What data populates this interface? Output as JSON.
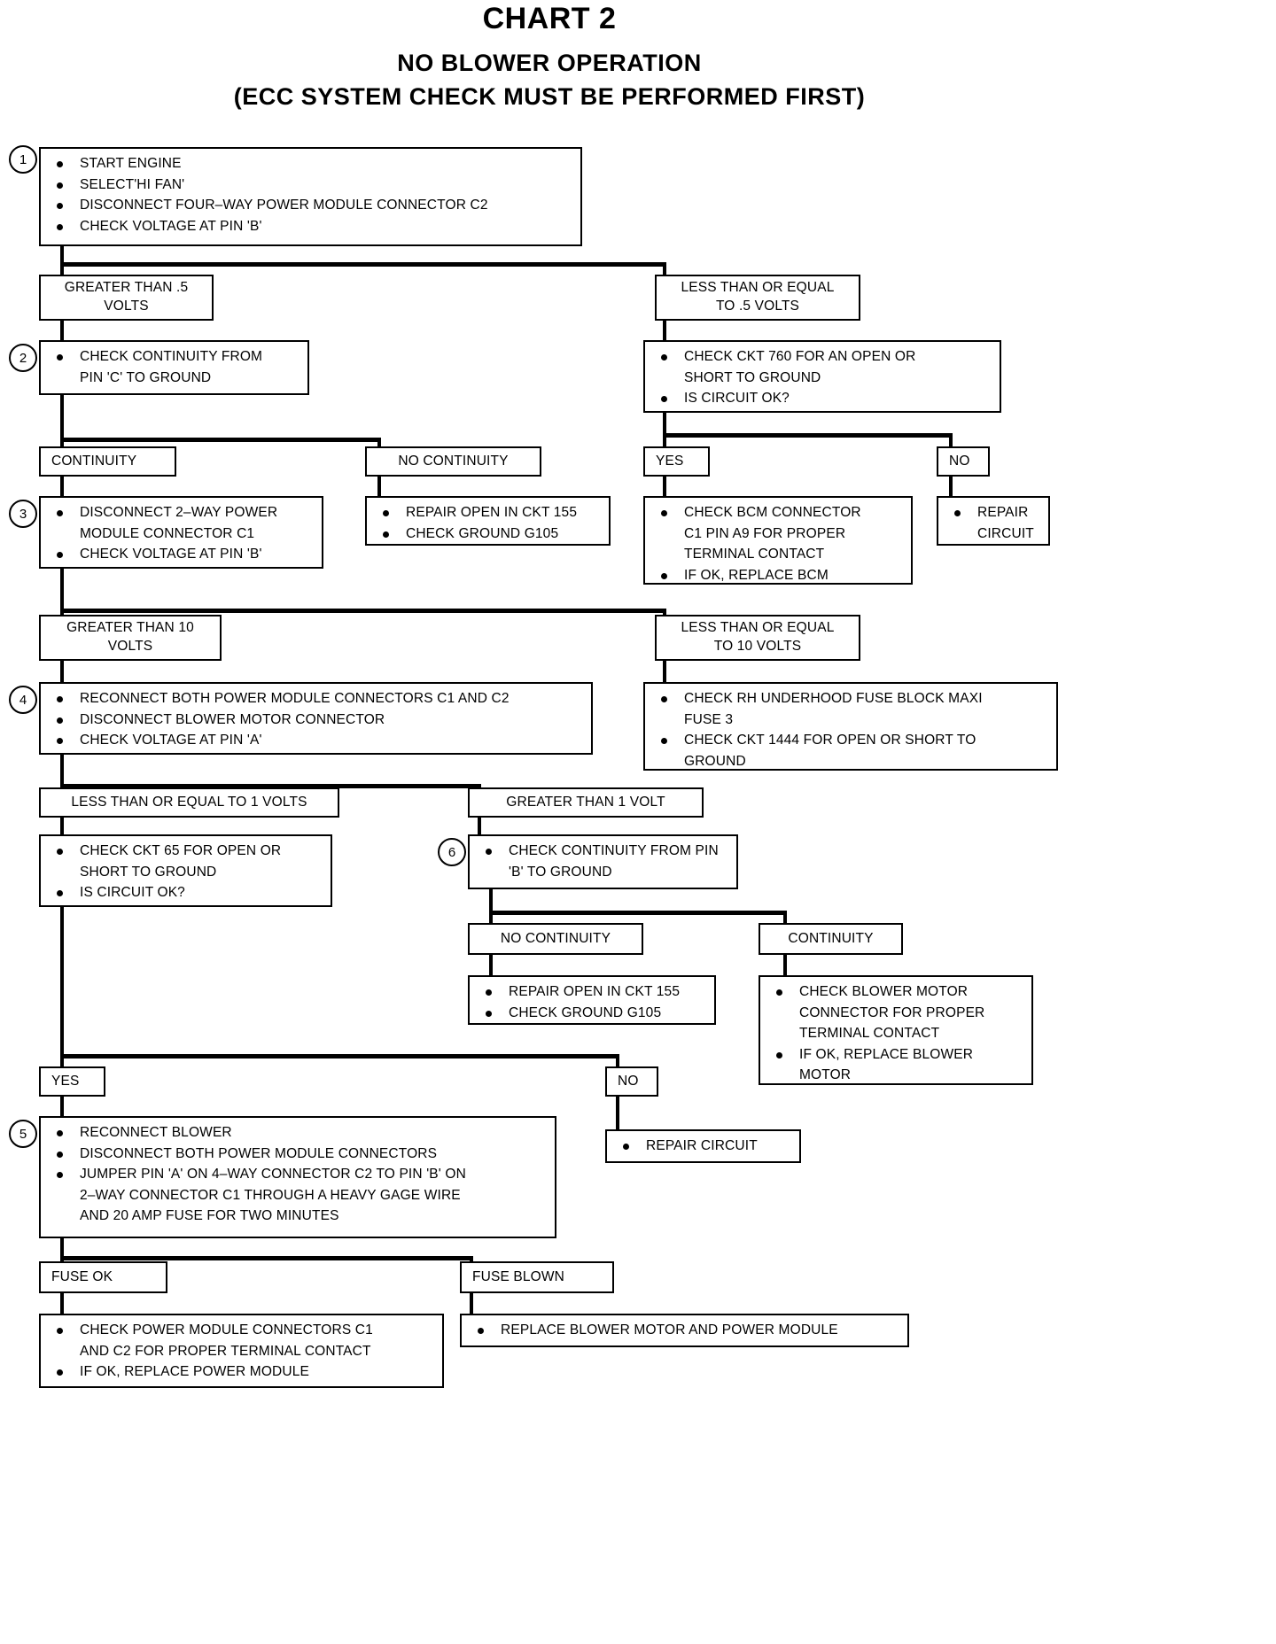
{
  "titles": {
    "chart": "CHART 2",
    "sub1": "NO BLOWER OPERATION",
    "sub2": "(ECC SYSTEM CHECK MUST BE PERFORMED FIRST)"
  },
  "steps": {
    "s1": "1",
    "s2": "2",
    "s3": "3",
    "s4": "4",
    "s5": "5",
    "s6": "6"
  },
  "nodes": {
    "step1": {
      "items": [
        "START ENGINE",
        "SELECT'HI FAN'",
        "DISCONNECT FOUR–WAY POWER MODULE CONNECTOR C2",
        "CHECK VOLTAGE AT PIN 'B'"
      ]
    },
    "gt_half_volts": {
      "line1": "GREATER THAN .5",
      "line2": "VOLTS"
    },
    "lte_half_volts": {
      "line1": "LESS THAN OR EQUAL",
      "line2": "TO .5 VOLTS"
    },
    "step2": {
      "items": [
        "CHECK CONTINUITY FROM",
        "PIN 'C' TO GROUND"
      ]
    },
    "ckt760": {
      "items": [
        "CHECK CKT 760 FOR AN OPEN OR",
        "SHORT TO GROUND",
        "IS CIRCUIT OK?"
      ]
    },
    "continuity_1": {
      "label": "CONTINUITY"
    },
    "no_continuity_1": {
      "label": "NO CONTINUITY"
    },
    "yes_1": {
      "label": "YES"
    },
    "no_1": {
      "label": "NO"
    },
    "step3": {
      "items": [
        "DISCONNECT 2–WAY POWER",
        "MODULE CONNECTOR C1",
        "CHECK VOLTAGE AT PIN 'B'"
      ]
    },
    "repair_open_155_a": {
      "items": [
        "REPAIR OPEN IN CKT 155",
        "CHECK GROUND G105"
      ]
    },
    "bcm_check": {
      "items": [
        "CHECK BCM CONNECTOR",
        "C1 PIN A9 FOR PROPER",
        "TERMINAL CONTACT",
        "IF OK, REPLACE BCM"
      ]
    },
    "repair_circuit_1": {
      "items": [
        "REPAIR",
        "CIRCUIT"
      ]
    },
    "gt_10_volts": {
      "line1": "GREATER THAN 10",
      "line2": "VOLTS"
    },
    "lte_10_volts": {
      "line1": "LESS THAN OR EQUAL",
      "line2": "TO 10 VOLTS"
    },
    "step4": {
      "items": [
        "RECONNECT BOTH POWER MODULE CONNECTORS C1 AND C2",
        "DISCONNECT BLOWER MOTOR CONNECTOR",
        "CHECK VOLTAGE AT PIN 'A'"
      ]
    },
    "fuse_check": {
      "items": [
        "CHECK RH UNDERHOOD FUSE BLOCK  MAXI",
        "FUSE 3",
        "CHECK CKT 1444 FOR OPEN OR SHORT TO",
        "GROUND"
      ]
    },
    "lte_1_volts": {
      "label": "LESS THAN OR EQUAL TO 1 VOLTS"
    },
    "gt_1_volt": {
      "label": "GREATER THAN 1 VOLT"
    },
    "ckt65": {
      "items": [
        "CHECK CKT 65 FOR OPEN OR",
        "SHORT TO GROUND",
        "IS CIRCUIT OK?"
      ]
    },
    "step6": {
      "items": [
        "CHECK CONTINUITY FROM PIN",
        "'B' TO GROUND"
      ]
    },
    "no_continuity_2": {
      "label": "NO CONTINUITY"
    },
    "continuity_2": {
      "label": "CONTINUITY"
    },
    "repair_open_155_b": {
      "items": [
        "REPAIR OPEN IN CKT 155",
        "CHECK GROUND G105"
      ]
    },
    "blower_motor_check": {
      "items": [
        "CHECK BLOWER MOTOR",
        "CONNECTOR FOR PROPER",
        "TERMINAL CONTACT",
        "IF OK,  REPLACE BLOWER",
        "MOTOR"
      ]
    },
    "yes_2": {
      "label": "YES"
    },
    "no_2": {
      "label": "NO"
    },
    "step5": {
      "items": [
        "RECONNECT BLOWER",
        "DISCONNECT BOTH POWER MODULE CONNECTORS",
        "JUMPER PIN 'A' ON 4–WAY CONNECTOR C2 TO PIN 'B' ON",
        "2–WAY CONNECTOR C1 THROUGH A HEAVY GAGE WIRE",
        "AND 20 AMP FUSE FOR TWO MINUTES"
      ]
    },
    "repair_circuit_2": {
      "items": [
        "REPAIR CIRCUIT"
      ]
    },
    "fuse_ok": {
      "label": "FUSE OK"
    },
    "fuse_blown": {
      "label": "FUSE BLOWN"
    },
    "power_module_check": {
      "items": [
        "CHECK POWER MODULE CONNECTORS C1",
        "AND C2 FOR PROPER TERMINAL CONTACT",
        "IF OK, REPLACE  POWER MODULE"
      ]
    },
    "replace_blower": {
      "items": [
        "REPLACE BLOWER MOTOR AND POWER MODULE"
      ]
    }
  }
}
